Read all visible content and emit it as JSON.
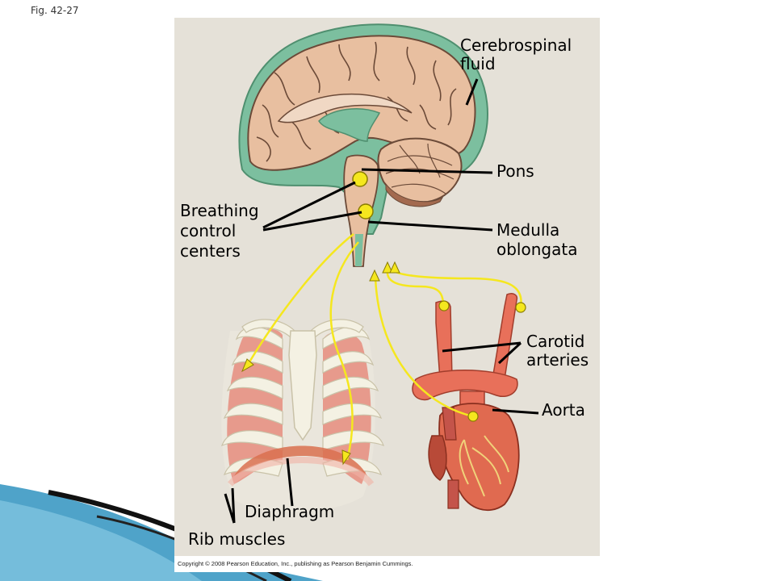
{
  "figure_number": "Fig. 42-27",
  "labels": {
    "csf_line1": "Cerebrospinal",
    "csf_line2": "fluid",
    "pons": "Pons",
    "breathing_line1": "Breathing",
    "breathing_line2": "control",
    "breathing_line3": "centers",
    "medulla_line1": "Medulla",
    "medulla_line2": "oblongata",
    "carotid_line1": "Carotid",
    "carotid_line2": "arteries",
    "aorta": "Aorta",
    "diaphragm": "Diaphragm",
    "rib_muscles": "Rib muscles"
  },
  "copyright": "Copyright © 2008 Pearson Education, Inc., publishing as Pearson Benjamin Cummings.",
  "colors": {
    "panel": "#e5e1d8",
    "csf": "#7cbf9f",
    "brain": "#e8bfa0",
    "nerve": "#f5e71e",
    "artery": "#e8705a",
    "rib_muscle": "#e79a8c",
    "bone": "#f4f1e3"
  }
}
